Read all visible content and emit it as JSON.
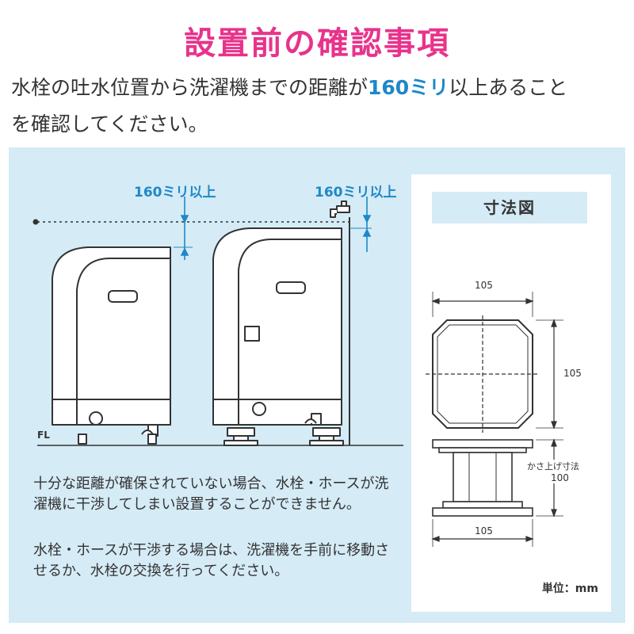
{
  "title": "設置前の確認事項",
  "intro": {
    "line1_before": "水栓の吐水位置から洗濯機までの距離が",
    "line1_highlight": "160ミリ",
    "line1_after": "以上あること",
    "line2": "を確認してください。"
  },
  "illustration": {
    "left_measure_label": "160ミリ以上",
    "right_measure_label": "160ミリ以上",
    "floor_label": "FL"
  },
  "notes": {
    "paragraph1": "十分な距離が確保されていない場合、水栓・ホースが洗濯機に干渉してしまい設置することができません。",
    "paragraph2": "水栓・ホースが干渉する場合は、洗濯機を手前に移動させるか、水栓の交換を行ってください。"
  },
  "dimension_panel": {
    "title": "寸法図",
    "top_width": "105",
    "top_depth": "105",
    "height_label": "かさ上げ寸法",
    "height_value": "100",
    "base_width": "105",
    "unit": "単位：mm"
  },
  "colors": {
    "title": "#e8338b",
    "highlight": "#1e88c8",
    "panel_bg": "#d5ebf6"
  }
}
